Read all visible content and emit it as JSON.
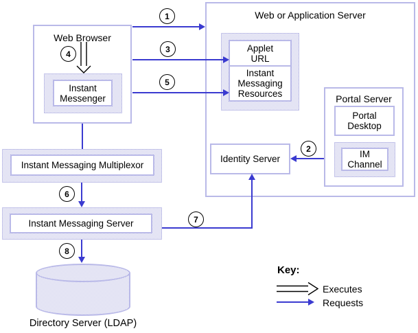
{
  "nodes": {
    "web_app_server": "Web or Application Server",
    "web_browser": "Web Browser",
    "instant_messenger": "Instant\nMessenger",
    "applet_url": "Applet\nURL",
    "im_resources": "Instant\nMessaging\nResources",
    "portal_server": "Portal Server",
    "portal_desktop": "Portal\nDesktop",
    "im_channel": "IM\nChannel",
    "identity_server": "Identity Server",
    "im_multiplexor": "Instant Messaging Multiplexor",
    "im_server": "Instant Messaging Server",
    "directory_server": "Directory Server (LDAP)"
  },
  "steps": {
    "s1": "1",
    "s2": "2",
    "s3": "3",
    "s4": "4",
    "s5": "5",
    "s6": "6",
    "s7": "7",
    "s8": "8"
  },
  "key": {
    "title": "Key:",
    "executes": "Executes",
    "requests": "Requests"
  },
  "colors": {
    "arrow_blue": "#3a3ad0",
    "box_border_lavender": "#b9b9e8",
    "stipple_fill": "#c9c9e9"
  }
}
